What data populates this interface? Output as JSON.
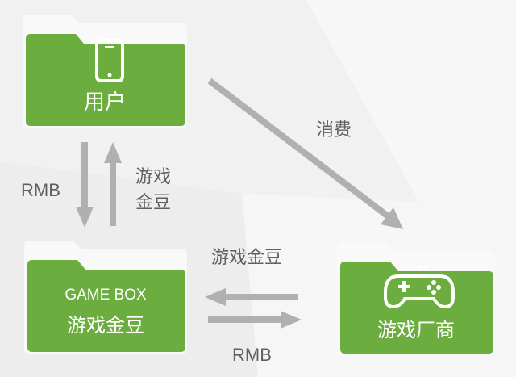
{
  "colors": {
    "folder_green": "#6bad3f",
    "folder_tab": "#f9f9f9",
    "arrow": "#b0b0b0",
    "text": "#606060"
  },
  "nodes": {
    "user": {
      "label": "用户",
      "icon": "smartphone-icon"
    },
    "gamebox": {
      "title": "GAME BOX",
      "label": "游戏金豆"
    },
    "vendor": {
      "label": "游戏厂商",
      "icon": "gamepad-icon"
    }
  },
  "edges": {
    "user_to_gamebox": "RMB",
    "gamebox_to_user": "游戏\n金豆",
    "user_to_vendor": "消费",
    "vendor_to_gamebox": "游戏金豆",
    "gamebox_to_vendor": "RMB"
  }
}
